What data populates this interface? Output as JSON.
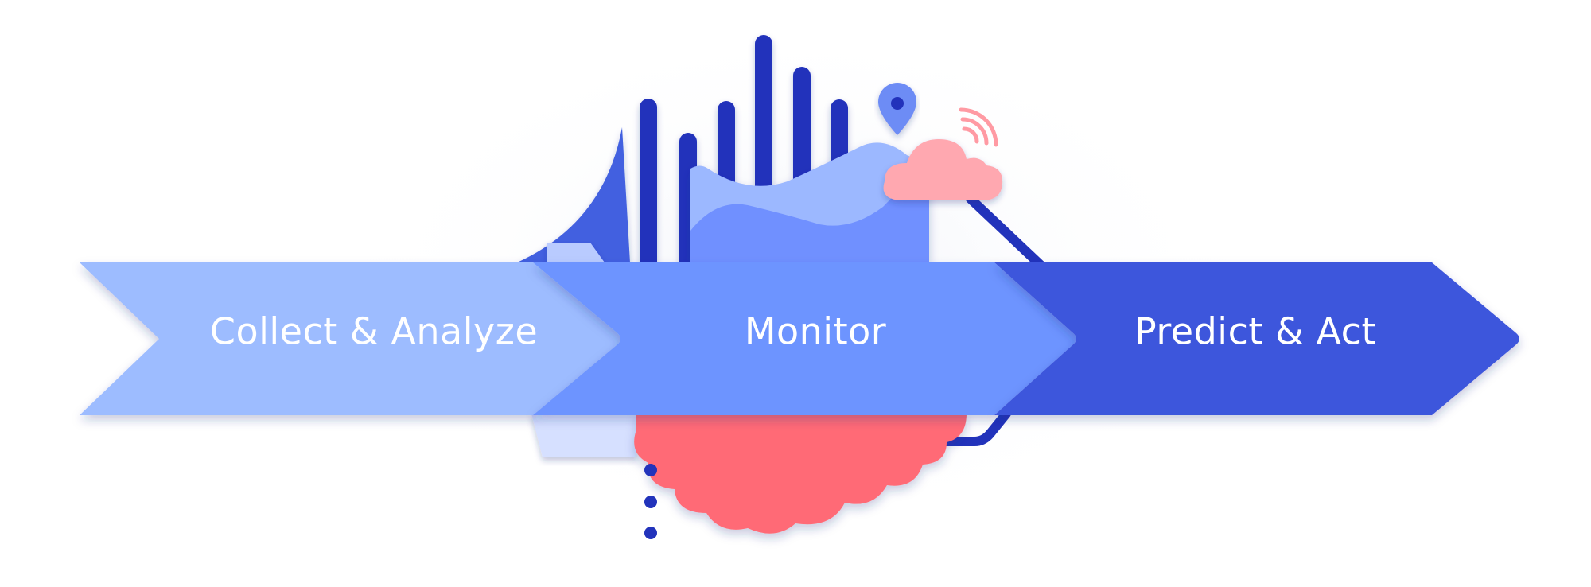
{
  "steps": [
    {
      "label": "Collect & Analyze",
      "color": "#9dbcff"
    },
    {
      "label": "Monitor",
      "color": "#6d94ff"
    },
    {
      "label": "Predict & Act",
      "color": "#3e56dc"
    }
  ],
  "colors": {
    "navy": "#2233bb",
    "royal_blue": "#4361e0",
    "periwinkle": "#9cb8ff",
    "mid_blue": "#7090ff",
    "pale_blue": "#d6e0ff",
    "coral": "#ff6b76",
    "pink": "#ffa8b0",
    "background": "#ffffff"
  },
  "icons": [
    "bar-chart-icon",
    "area-chart-icon",
    "location-pin-icon",
    "cloud-icon",
    "wifi-signal-icon",
    "brain-cloud-icon",
    "dots-icon",
    "document-icon"
  ]
}
